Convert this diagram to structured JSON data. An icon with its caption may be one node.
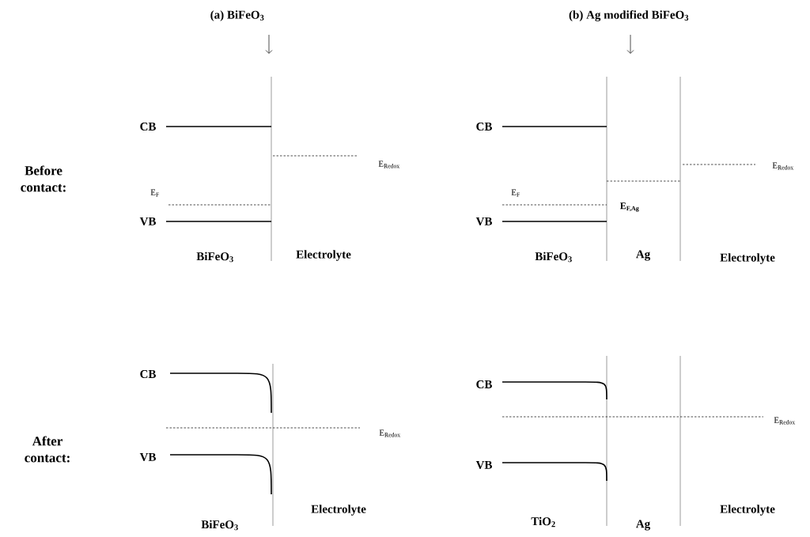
{
  "diagram": {
    "labels": [
      "(a)  BiFeO$_{3}$",
      "(b) Ag modified BiFeO$_{3}$",
      "CB",
      "CB",
      "Before contact:",
      "E$_{Redox}$",
      "E$_{Redox}$",
      "E$_{F}$",
      "E$_{F}$",
      "E$_{F,Ag}$",
      "VB",
      "VB",
      "BiFeO$_{3}$",
      "Electrolyte",
      "BiFeO$_{3}$",
      "Ag",
      "Electrolyte",
      "CB",
      "CB",
      "E$_{Redox}$",
      "E$_{Redox}$",
      "After contact:",
      "VB",
      "VB",
      "Electrolyte",
      "BiFeO$_{3}$",
      "TiO$_{2}$",
      "Ag",
      "Electrolyte"
    ]
  }
}
